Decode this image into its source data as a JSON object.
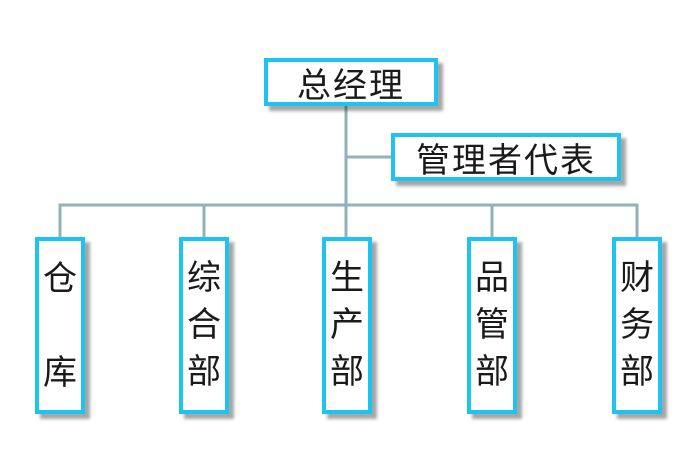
{
  "chart": {
    "line_color": "#8fb3b8",
    "box_border_color": "#1ec3f2",
    "top": {
      "ceo": "总经理",
      "management_representative": "管理者代表"
    },
    "departments": [
      {
        "id": "warehouse",
        "label": "仓库"
      },
      {
        "id": "general",
        "label": "综合部"
      },
      {
        "id": "production",
        "label": "生产部"
      },
      {
        "id": "quality",
        "label": "品管部"
      },
      {
        "id": "finance",
        "label": "财务部"
      }
    ]
  }
}
